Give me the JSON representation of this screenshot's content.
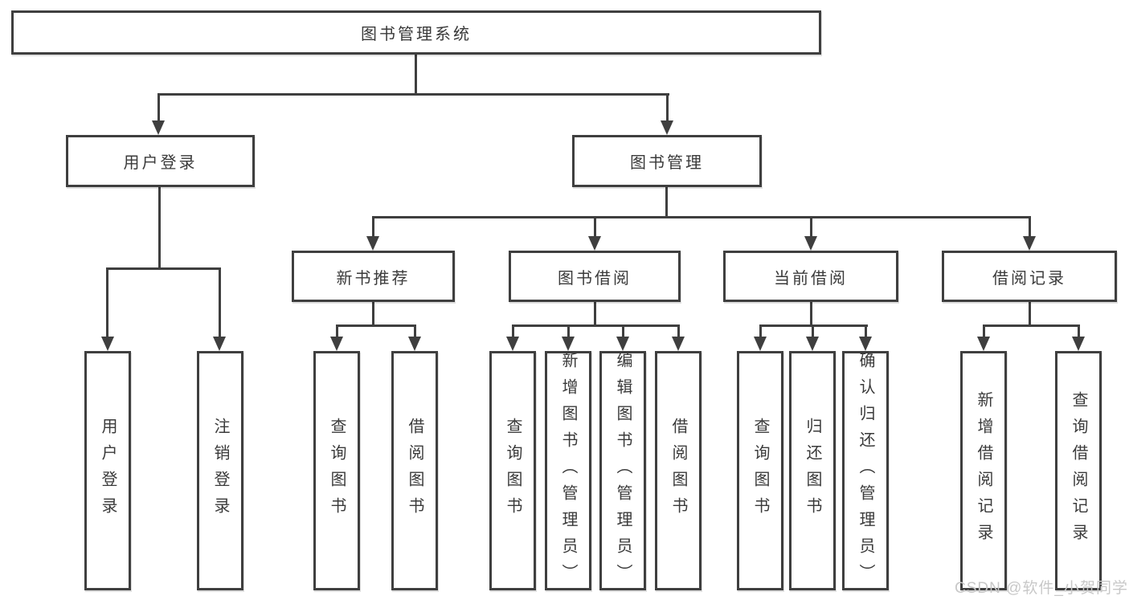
{
  "diagram": {
    "root": "图书管理系统",
    "level2": [
      {
        "label": "用户登录",
        "children": [
          {
            "label": "用户登录"
          },
          {
            "label": "注销登录"
          }
        ]
      },
      {
        "label": "图书管理",
        "children": [
          {
            "label": "新书推荐",
            "children": [
              {
                "label": "查询图书"
              },
              {
                "label": "借阅图书"
              }
            ]
          },
          {
            "label": "图书借阅",
            "children": [
              {
                "label": "查询图书"
              },
              {
                "label": "新增图书（管理员）"
              },
              {
                "label": "编辑图书（管理员）"
              },
              {
                "label": "借阅图书"
              }
            ]
          },
          {
            "label": "当前借阅",
            "children": [
              {
                "label": "查询图书"
              },
              {
                "label": "归还图书"
              },
              {
                "label": "确认归还（管理员）"
              }
            ]
          },
          {
            "label": "借阅记录",
            "children": [
              {
                "label": "新增借阅记录"
              },
              {
                "label": "查询借阅记录"
              }
            ]
          }
        ]
      }
    ]
  },
  "watermark": {
    "text": "CSDN @软件_小贺同学"
  },
  "colors": {
    "line": "#3f3f3f",
    "text": "#3a3a3a",
    "watermark": "#c8c8c8",
    "background": "#ffffff"
  }
}
